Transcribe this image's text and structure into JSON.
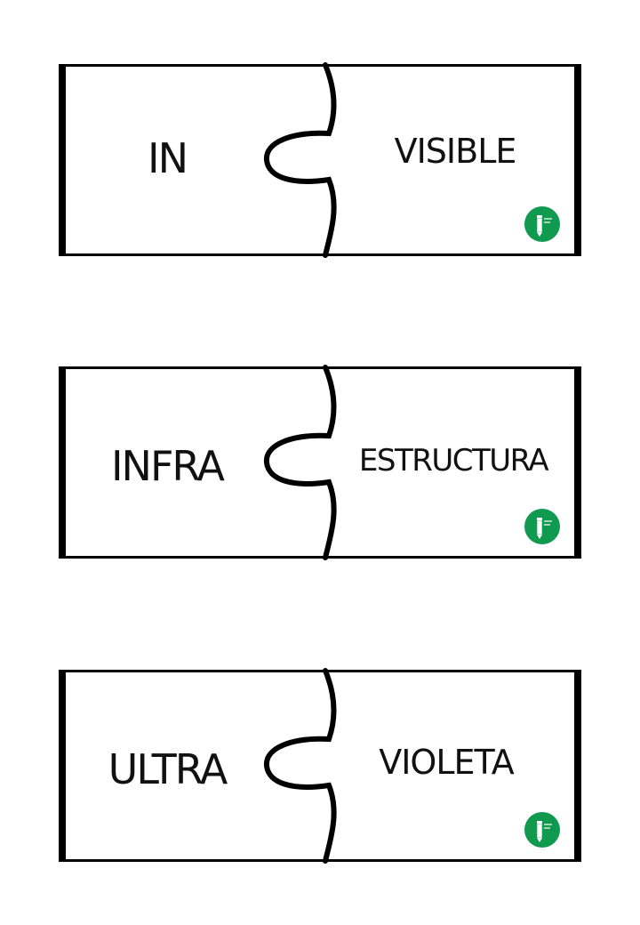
{
  "cards": [
    {
      "prefix": "IN",
      "suffix": "VISIBLE"
    },
    {
      "prefix": "INFRA",
      "suffix": "ESTRUCTURA"
    },
    {
      "prefix": "ULTRA",
      "suffix": "VIOLETA"
    }
  ],
  "colors": {
    "outline": "#000000",
    "logo": "#0f9a4f"
  },
  "icons": {
    "logo": "pencil-logo-icon"
  }
}
